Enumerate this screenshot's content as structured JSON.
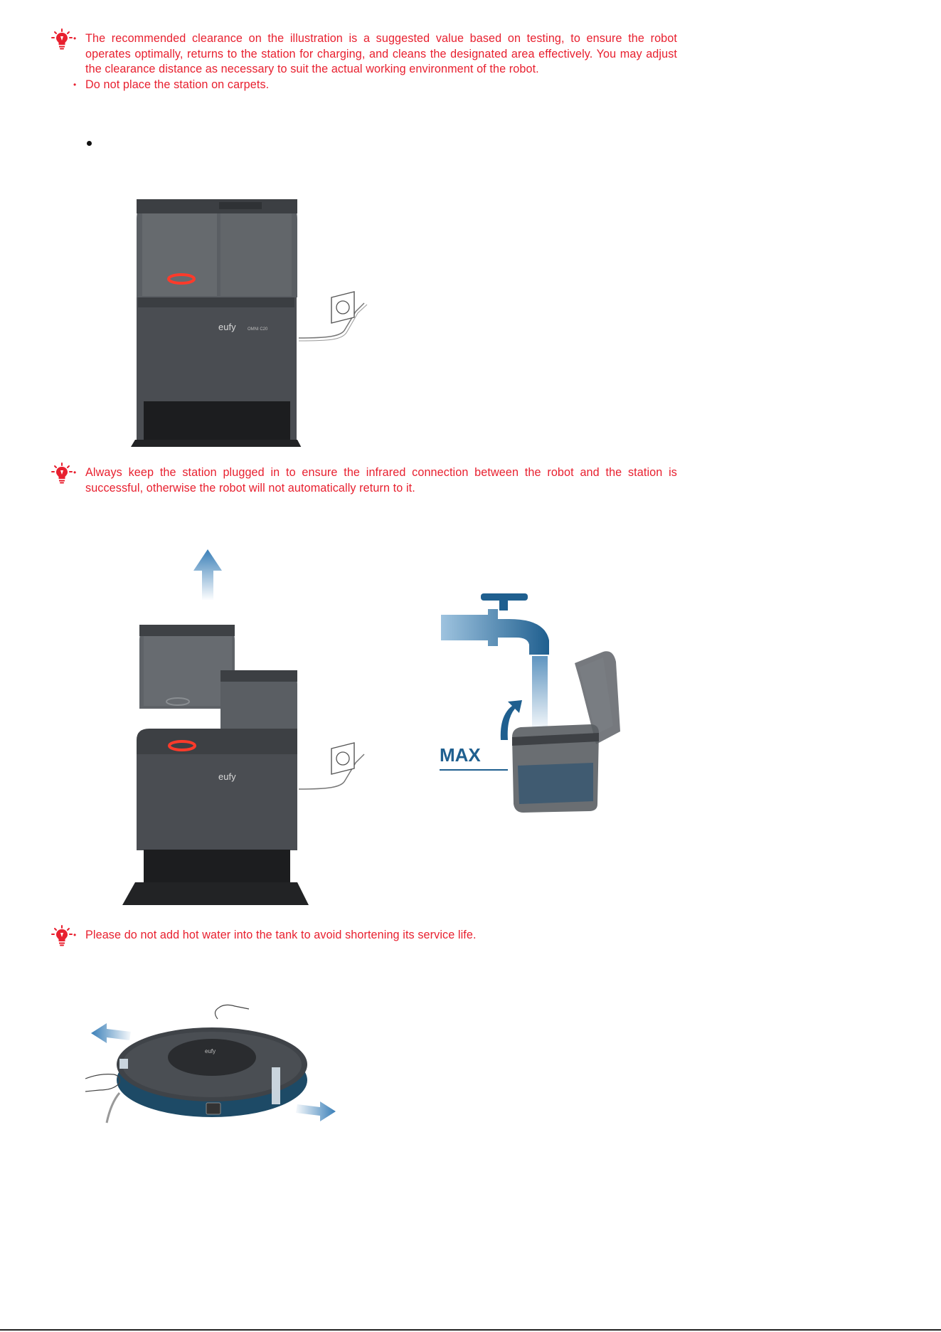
{
  "notes": {
    "clearance": {
      "items": [
        "The recommended clearance on the illustration is a suggested value based on testing, to ensure the robot operates optimally, returns to the station for charging, and cleans the designated area effectively. You may adjust the clearance distance as necessary to suit the actual working environment of the robot.",
        "Do not place the station on carpets."
      ]
    },
    "plug": {
      "items": [
        "Always keep the station plugged in to ensure the infrared connection between the robot and the station is successful, otherwise the robot will not automatically return to it."
      ]
    },
    "water": {
      "items": [
        "Please do not add hot water into the tank to avoid shortening its service life."
      ]
    }
  },
  "illustrations": {
    "station_logo": "eufy",
    "station_model": "OMNI C20",
    "robot_logo": "eufy",
    "tank_level_label": "MAX"
  },
  "colors": {
    "warning_red": "#e8202f",
    "water_blue": "#1f5f8f",
    "station_dark": "#4a4d52",
    "station_tank": "#5a5e63",
    "ring_red": "#ff3a2a",
    "robot_teal": "#1d4a66"
  },
  "icons": {
    "warning": "lightbulb-warning-icon",
    "up_arrow": "arrow-up-icon",
    "rotate_arrow": "curved-arrow-icon",
    "plug": "wall-socket-icon"
  }
}
